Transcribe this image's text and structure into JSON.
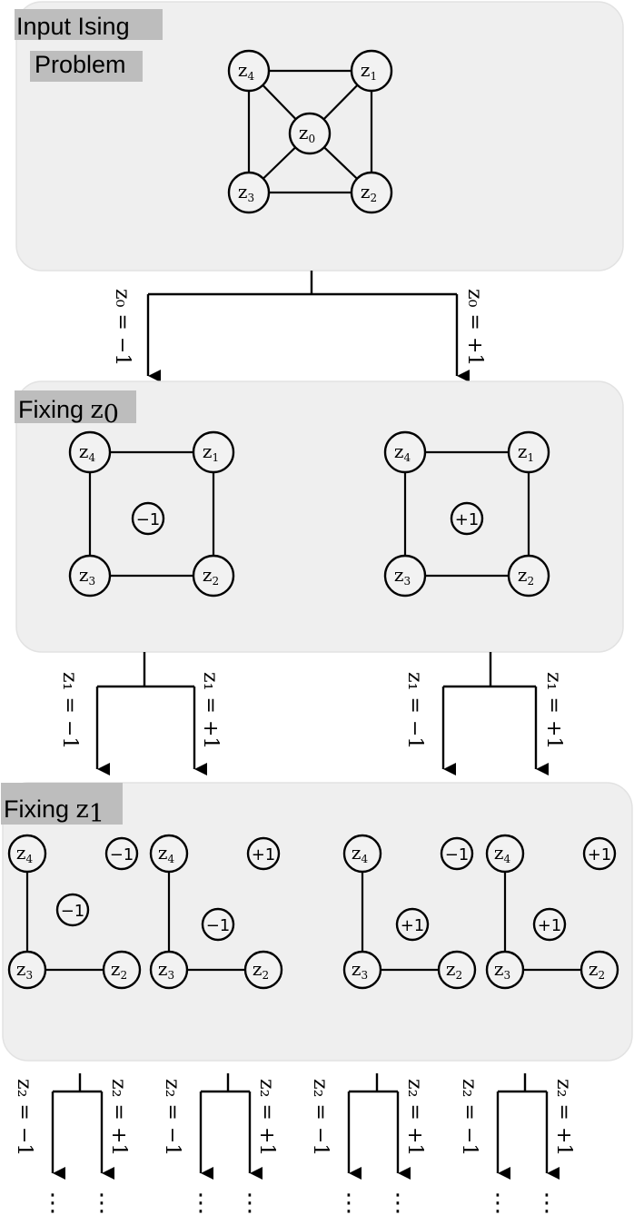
{
  "stages": [
    {
      "label_line1": "Input Ising",
      "label_line2": "Problem"
    },
    {
      "label": "Fixing ",
      "var": "z",
      "sub": "0"
    },
    {
      "label": "Fixing ",
      "var": "z",
      "sub": "1"
    }
  ],
  "variables": {
    "z0": {
      "base": "z",
      "sub": "0"
    },
    "z1": {
      "base": "z",
      "sub": "1"
    },
    "z2": {
      "base": "z",
      "sub": "2"
    },
    "z3": {
      "base": "z",
      "sub": "3"
    },
    "z4": {
      "base": "z",
      "sub": "4"
    }
  },
  "spin_values": {
    "neg": "−1",
    "pos": "+1"
  },
  "branch_labels": {
    "z0_neg": "z₀ = −1",
    "z0_pos": "z₀ = +1",
    "z1_neg": "z₁ = −1",
    "z1_pos": "z₁ = +1",
    "z2_neg": "z₂ = −1",
    "z2_pos": "z₂ = +1"
  },
  "continuation": "⋮"
}
